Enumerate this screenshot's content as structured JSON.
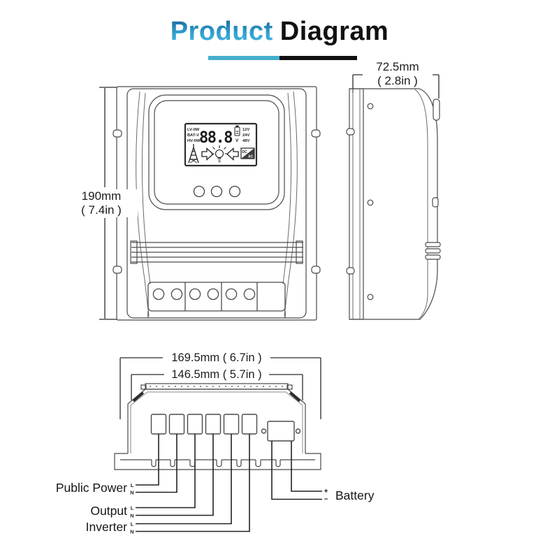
{
  "title": {
    "part1": "Product",
    "part2": "Diagram"
  },
  "colors": {
    "accent": "#44aecb",
    "ink": "#4a4a4a",
    "dark": "#222222"
  },
  "front_view": {
    "height_mm": "190mm",
    "height_in": "( 7.4in )",
    "lcd": {
      "row1": "LV-0W",
      "row2": "BAT-V",
      "row3": "HV-0W",
      "digits": "88.8",
      "v_label": "V",
      "voltages": [
        "12V",
        "24V",
        "48V"
      ],
      "dc": "DC",
      "ac": "AC"
    }
  },
  "side_view": {
    "width_mm": "72.5mm",
    "width_in": "( 2.8in )"
  },
  "bottom_view": {
    "outer_width": "169.5mm ( 6.7in )",
    "inner_width": "146.5mm ( 5.7in )",
    "terminals": {
      "public_power": {
        "label": "Public Power",
        "l": "L",
        "n": "N"
      },
      "output": {
        "label": "Output",
        "l": "L",
        "n": "N"
      },
      "inverter": {
        "label": "Inverter",
        "l": "L",
        "n": "N"
      },
      "battery": {
        "label": "Battery",
        "plus": "+",
        "minus": "−"
      }
    }
  }
}
